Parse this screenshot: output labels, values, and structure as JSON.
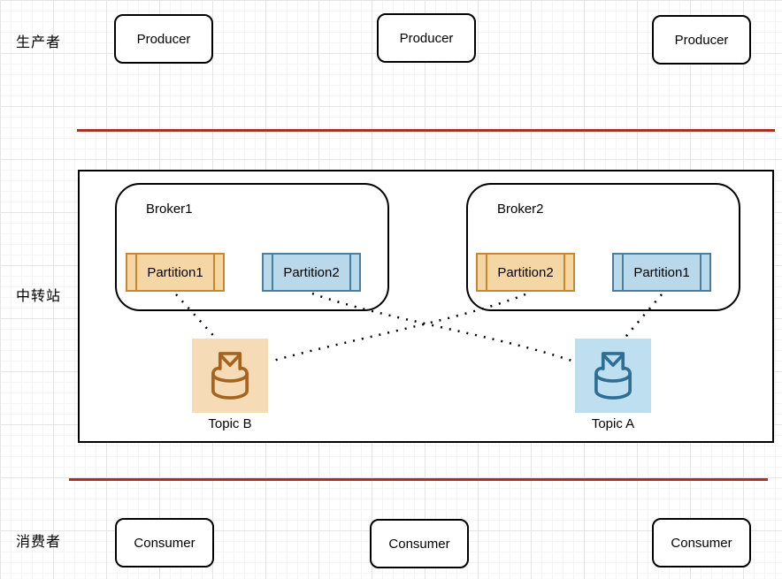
{
  "diagram": {
    "row_labels": {
      "producers": "生产者",
      "brokers": "中转站",
      "consumers": "消费者"
    },
    "producers": [
      {
        "label": "Producer"
      },
      {
        "label": "Producer"
      },
      {
        "label": "Producer"
      }
    ],
    "consumers": [
      {
        "label": "Consumer"
      },
      {
        "label": "Consumer"
      },
      {
        "label": "Consumer"
      }
    ],
    "brokers": [
      {
        "name": "Broker1",
        "partitions": [
          {
            "label": "Partition1",
            "theme": "orange"
          },
          {
            "label": "Partition2",
            "theme": "blue"
          }
        ]
      },
      {
        "name": "Broker2",
        "partitions": [
          {
            "label": "Partition2",
            "theme": "orange"
          },
          {
            "label": "Partition1",
            "theme": "blue"
          }
        ]
      }
    ],
    "topics": [
      {
        "label": "Topic B",
        "theme": "orange"
      },
      {
        "label": "Topic A",
        "theme": "blue"
      }
    ],
    "colors": {
      "separator_red": "#a93226",
      "outline_black": "#000000",
      "orange_fill": "#f5d6a5",
      "orange_border": "#c8872e",
      "orange_panel": "#f5dcb6",
      "orange_icon_stroke": "#a5631d",
      "blue_fill": "#b9d8ea",
      "blue_border": "#4a7e9f",
      "blue_panel": "#bedff0",
      "blue_icon_stroke": "#2e6e94"
    }
  }
}
